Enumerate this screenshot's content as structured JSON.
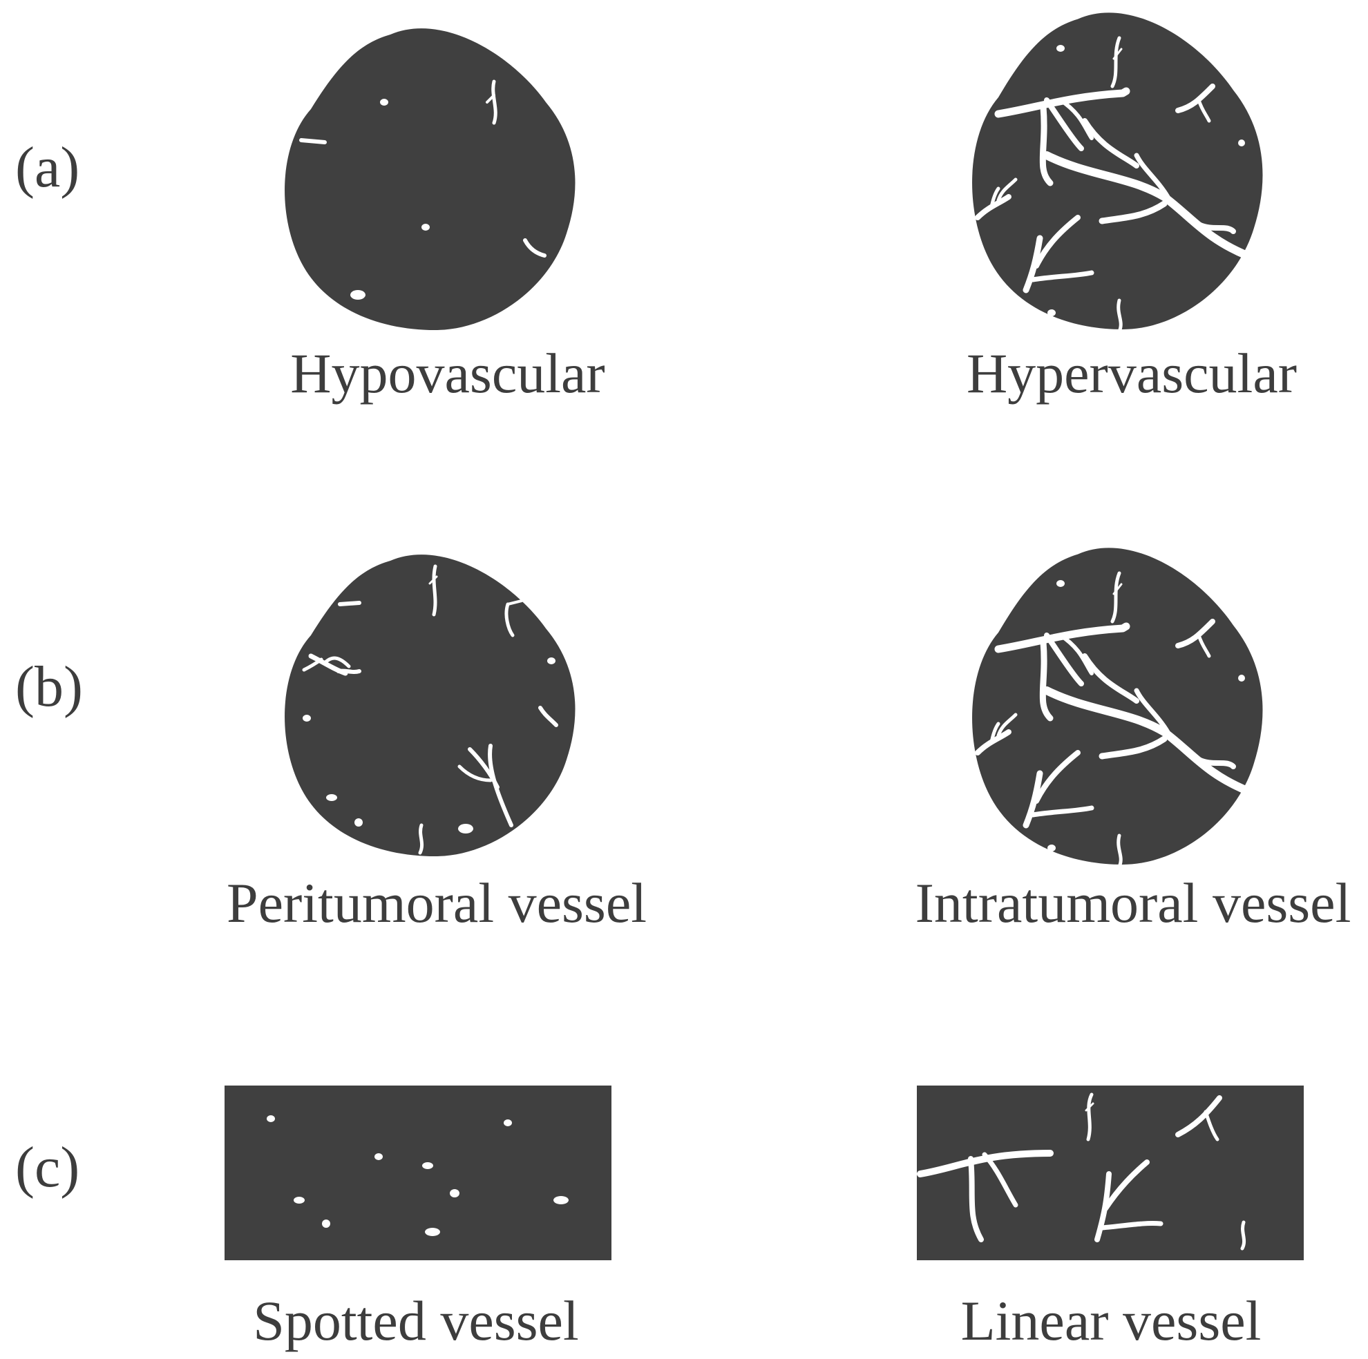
{
  "colors": {
    "tumor_fill": "#404040",
    "vessel": "#ffffff",
    "text": "#3d3d3d"
  },
  "rows": [
    {
      "label": "(a)",
      "panels": [
        {
          "caption": "Hypovascular"
        },
        {
          "caption": "Hypervascular"
        }
      ]
    },
    {
      "label": "(b)",
      "panels": [
        {
          "caption": "Peritumoral vessel"
        },
        {
          "caption": "Intratumoral vessel"
        }
      ]
    },
    {
      "label": "(c)",
      "panels": [
        {
          "caption": "Spotted vessel"
        },
        {
          "caption": "Linear vessel"
        }
      ]
    }
  ]
}
